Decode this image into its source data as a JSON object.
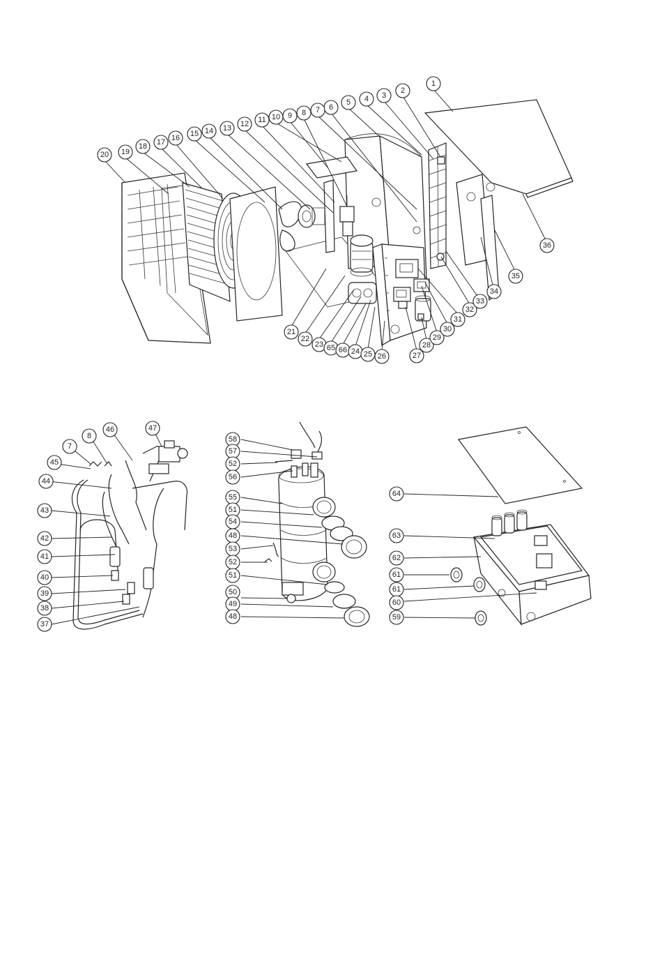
{
  "main_diagram": {
    "callouts": [
      "1",
      "2",
      "3",
      "4",
      "5",
      "6",
      "7",
      "8",
      "9",
      "10",
      "11",
      "12",
      "13",
      "14",
      "15",
      "16",
      "17",
      "18",
      "19",
      "20",
      "21",
      "22",
      "23",
      "65",
      "66",
      "24",
      "25",
      "26",
      "27",
      "28",
      "29",
      "30",
      "31",
      "32",
      "33",
      "34",
      "35",
      "36"
    ]
  },
  "refrigerant_diagram": {
    "callouts": [
      "7",
      "8",
      "46",
      "47",
      "45",
      "44",
      "43",
      "42",
      "41",
      "40",
      "39",
      "38",
      "37"
    ]
  },
  "exchanger_diagram": {
    "callouts": [
      "58",
      "57",
      "52",
      "56",
      "55",
      "51",
      "54",
      "48",
      "53",
      "52",
      "51",
      "50",
      "49",
      "48"
    ]
  },
  "electric_box_diagram": {
    "callouts": [
      "64",
      "63",
      "62",
      "61",
      "61",
      "60",
      "59"
    ]
  }
}
